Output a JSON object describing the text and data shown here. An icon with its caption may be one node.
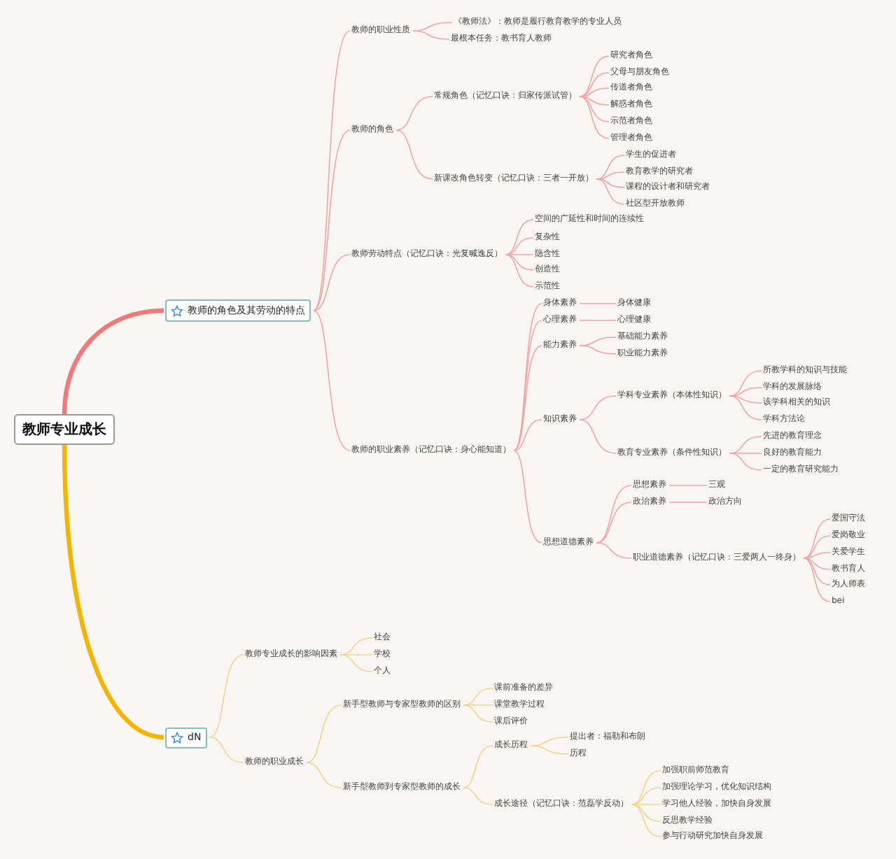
{
  "diagram": {
    "nodes": [
      {
        "text": [
          "教师专业成长"
        ]
      },
      {
        "text": [
          "教师的角色及其劳动的特点"
        ]
      },
      {
        "text": [
          "教师的职业性质"
        ]
      },
      {
        "text": [
          "《教师法》：教师是履行教育教学的专业人员"
        ]
      },
      {
        "text": [
          "最根本任务：教书育人教师"
        ]
      },
      {
        "text": [
          "教师的角色"
        ]
      },
      {
        "text": [
          "常规角色（记忆口诀：归家传派试管）"
        ]
      },
      {
        "text": [
          "研究者角色"
        ]
      },
      {
        "text": [
          "父母与朋友角色"
        ]
      },
      {
        "text": [
          "传道者角色"
        ]
      },
      {
        "text": [
          "解惑者角色"
        ]
      },
      {
        "text": [
          "示范者角色"
        ]
      },
      {
        "text": [
          "管理者角色"
        ]
      },
      {
        "text": [
          "新课改角色转变（记忆口诀：三者一开放）"
        ]
      },
      {
        "text": [
          "学生的促进者"
        ]
      },
      {
        "text": [
          "教育教学的研究者"
        ]
      },
      {
        "text": [
          "课程的设计者和研究者"
        ]
      },
      {
        "text": [
          "社区型开放教师"
        ]
      },
      {
        "text": [
          "教师劳动特点（记忆口诀：光复喊逸反）"
        ]
      },
      {
        "text": [
          "空间的广延性和时间的连续性"
        ]
      },
      {
        "text": [
          "复杂性"
        ]
      },
      {
        "text": [
          "隐含性"
        ]
      },
      {
        "text": [
          "创造性"
        ]
      },
      {
        "text": [
          "示范性"
        ]
      },
      {
        "text": [
          "教师的职业素养（记忆口诀：身心能知道）"
        ]
      },
      {
        "text": [
          "身体素养"
        ]
      },
      {
        "text": [
          "身体健康"
        ]
      },
      {
        "text": [
          "心理素养"
        ]
      },
      {
        "text": [
          "心理健康"
        ]
      },
      {
        "text": [
          "能力素养"
        ]
      },
      {
        "text": [
          "基础能力素养"
        ]
      },
      {
        "text": [
          "职业能力素养"
        ]
      },
      {
        "text": [
          "知识素养"
        ]
      },
      {
        "text": [
          "学科专业素养（本体性知识）"
        ]
      },
      {
        "text": [
          "所教学科的知识与技能"
        ]
      },
      {
        "text": [
          "学科的发展脉络"
        ]
      },
      {
        "text": [
          "该学科相关的知识"
        ]
      },
      {
        "text": [
          "学科方法论"
        ]
      },
      {
        "text": [
          "教育专业素养（条件性知识）"
        ]
      },
      {
        "text": [
          "先进的教育理念"
        ]
      },
      {
        "text": [
          "良好的教育能力"
        ]
      },
      {
        "text": [
          "一定的教育研究能力"
        ]
      },
      {
        "text": [
          "思想道德素养"
        ]
      },
      {
        "text": [
          "思想素养"
        ]
      },
      {
        "text": [
          "三观"
        ]
      },
      {
        "text": [
          "政治素养"
        ]
      },
      {
        "text": [
          "政治方向"
        ]
      },
      {
        "text": [
          "职业道德素养（记忆口诀：三爱两人一终身）"
        ]
      },
      {
        "text": [
          "爱国守法"
        ]
      },
      {
        "text": [
          "爱岗敬业"
        ]
      },
      {
        "text": [
          "关爱学生"
        ]
      },
      {
        "text": [
          "教书育人"
        ]
      },
      {
        "text": [
          "为人师表"
        ]
      },
      {
        "text": [
          "bei"
        ]
      },
      {
        "text": [
          "dN"
        ]
      },
      {
        "text": [
          "教师专业成长的影响因素"
        ]
      },
      {
        "text": [
          "社会"
        ]
      },
      {
        "text": [
          "学校"
        ]
      },
      {
        "text": [
          "个人"
        ]
      },
      {
        "text": [
          "教师的职业成长"
        ]
      },
      {
        "text": [
          "新手型教师与专家型教师的区别"
        ]
      },
      {
        "text": [
          "课前准备的差异"
        ]
      },
      {
        "text": [
          "课堂教学过程"
        ]
      },
      {
        "text": [
          "课后评价"
        ]
      },
      {
        "text": [
          "新手型教师到专家型教师的成长"
        ]
      },
      {
        "text": [
          "成长历程"
        ]
      },
      {
        "text": [
          "提出者：福勒和布朗"
        ]
      },
      {
        "text": [
          "历程"
        ]
      },
      {
        "text": [
          "成长途径（记忆口诀：范磊学反动）"
        ]
      },
      {
        "text": [
          "加强职前师范教育"
        ]
      },
      {
        "text": [
          "加强理论学习，优化知识结构"
        ]
      },
      {
        "text": [
          "学习他人经验，加快自身发展"
        ]
      },
      {
        "text": [
          "反思教学经验"
        ]
      },
      {
        "text": [
          "参与行动研究加快自身发展"
        ]
      }
    ],
    "edges": [
      {
        "from": 0,
        "to": 1,
        "arrow": "none",
        "style": "thick",
        "color": "#f07a7a"
      },
      {
        "from": 1,
        "to": 2,
        "arrow": "none"
      },
      {
        "from": 2,
        "to": 3,
        "arrow": "none"
      },
      {
        "from": 2,
        "to": 4,
        "arrow": "none"
      },
      {
        "from": 1,
        "to": 5,
        "arrow": "none"
      },
      {
        "from": 5,
        "to": 6,
        "arrow": "none"
      },
      {
        "from": 6,
        "to": 7,
        "arrow": "none"
      },
      {
        "from": 6,
        "to": 8,
        "arrow": "none"
      },
      {
        "from": 6,
        "to": 9,
        "arrow": "none"
      },
      {
        "from": 6,
        "to": 10,
        "arrow": "none"
      },
      {
        "from": 6,
        "to": 11,
        "arrow": "none"
      },
      {
        "from": 6,
        "to": 12,
        "arrow": "none"
      },
      {
        "from": 5,
        "to": 13,
        "arrow": "none"
      },
      {
        "from": 13,
        "to": 14,
        "arrow": "none"
      },
      {
        "from": 13,
        "to": 15,
        "arrow": "none"
      },
      {
        "from": 13,
        "to": 16,
        "arrow": "none"
      },
      {
        "from": 13,
        "to": 17,
        "arrow": "none"
      },
      {
        "from": 1,
        "to": 18,
        "arrow": "none"
      },
      {
        "from": 18,
        "to": 19,
        "arrow": "none"
      },
      {
        "from": 18,
        "to": 20,
        "arrow": "none"
      },
      {
        "from": 18,
        "to": 21,
        "arrow": "none"
      },
      {
        "from": 18,
        "to": 22,
        "arrow": "none"
      },
      {
        "from": 18,
        "to": 23,
        "arrow": "none"
      },
      {
        "from": 1,
        "to": 24,
        "arrow": "none"
      },
      {
        "from": 24,
        "to": 25,
        "arrow": "none"
      },
      {
        "from": 25,
        "to": 26,
        "arrow": "none"
      },
      {
        "from": 24,
        "to": 27,
        "arrow": "none"
      },
      {
        "from": 27,
        "to": 28,
        "arrow": "none"
      },
      {
        "from": 24,
        "to": 29,
        "arrow": "none"
      },
      {
        "from": 29,
        "to": 30,
        "arrow": "none"
      },
      {
        "from": 29,
        "to": 31,
        "arrow": "none"
      },
      {
        "from": 24,
        "to": 32,
        "arrow": "none"
      },
      {
        "from": 32,
        "to": 33,
        "arrow": "none"
      },
      {
        "from": 33,
        "to": 34,
        "arrow": "none"
      },
      {
        "from": 33,
        "to": 35,
        "arrow": "none"
      },
      {
        "from": 33,
        "to": 36,
        "arrow": "none"
      },
      {
        "from": 33,
        "to": 37,
        "arrow": "none"
      },
      {
        "from": 32,
        "to": 38,
        "arrow": "none"
      },
      {
        "from": 38,
        "to": 39,
        "arrow": "none"
      },
      {
        "from": 38,
        "to": 40,
        "arrow": "none"
      },
      {
        "from": 38,
        "to": 41,
        "arrow": "none"
      },
      {
        "from": 24,
        "to": 42,
        "arrow": "none"
      },
      {
        "from": 42,
        "to": 43,
        "arrow": "none"
      },
      {
        "from": 43,
        "to": 44,
        "arrow": "none"
      },
      {
        "from": 42,
        "to": 45,
        "arrow": "none"
      },
      {
        "from": 45,
        "to": 46,
        "arrow": "none"
      },
      {
        "from": 42,
        "to": 47,
        "arrow": "none"
      },
      {
        "from": 47,
        "to": 48,
        "arrow": "none"
      },
      {
        "from": 47,
        "to": 49,
        "arrow": "none"
      },
      {
        "from": 47,
        "to": 50,
        "arrow": "none"
      },
      {
        "from": 47,
        "to": 51,
        "arrow": "none"
      },
      {
        "from": 47,
        "to": 52,
        "arrow": "none"
      },
      {
        "from": 47,
        "to": 53,
        "arrow": "none"
      },
      {
        "from": 0,
        "to": 54,
        "arrow": "none",
        "style": "thick",
        "color": "#f5b400"
      },
      {
        "from": 54,
        "to": 55,
        "arrow": "none",
        "color": "#f3d48f"
      },
      {
        "from": 55,
        "to": 56,
        "arrow": "none",
        "color": "#f3d48f"
      },
      {
        "from": 55,
        "to": 57,
        "arrow": "none",
        "color": "#f3d48f"
      },
      {
        "from": 55,
        "to": 58,
        "arrow": "none",
        "color": "#f3d48f"
      },
      {
        "from": 54,
        "to": 59,
        "arrow": "none",
        "color": "#f3d48f"
      },
      {
        "from": 59,
        "to": 60,
        "arrow": "none",
        "color": "#f3d48f"
      },
      {
        "from": 60,
        "to": 61,
        "arrow": "none",
        "color": "#f3d48f"
      },
      {
        "from": 60,
        "to": 62,
        "arrow": "none",
        "color": "#f3d48f"
      },
      {
        "from": 60,
        "to": 63,
        "arrow": "none",
        "color": "#f3d48f"
      },
      {
        "from": 59,
        "to": 64,
        "arrow": "none",
        "color": "#f3d48f"
      },
      {
        "from": 64,
        "to": 65,
        "arrow": "none",
        "color": "#f3d48f"
      },
      {
        "from": 65,
        "to": 66,
        "arrow": "none",
        "color": "#f3d48f"
      },
      {
        "from": 65,
        "to": 67,
        "arrow": "none",
        "color": "#f3d48f"
      },
      {
        "from": 64,
        "to": 68,
        "arrow": "none",
        "color": "#f3d48f"
      },
      {
        "from": 68,
        "to": 69,
        "arrow": "none",
        "color": "#f3d48f"
      },
      {
        "from": 68,
        "to": 70,
        "arrow": "none",
        "color": "#f3d48f"
      },
      {
        "from": 68,
        "to": 71,
        "arrow": "none",
        "color": "#f3d48f"
      },
      {
        "from": 68,
        "to": 72,
        "arrow": "none",
        "color": "#f3d48f"
      },
      {
        "from": 68,
        "to": 73,
        "arrow": "none",
        "color": "#f3d48f"
      }
    ]
  }
}
